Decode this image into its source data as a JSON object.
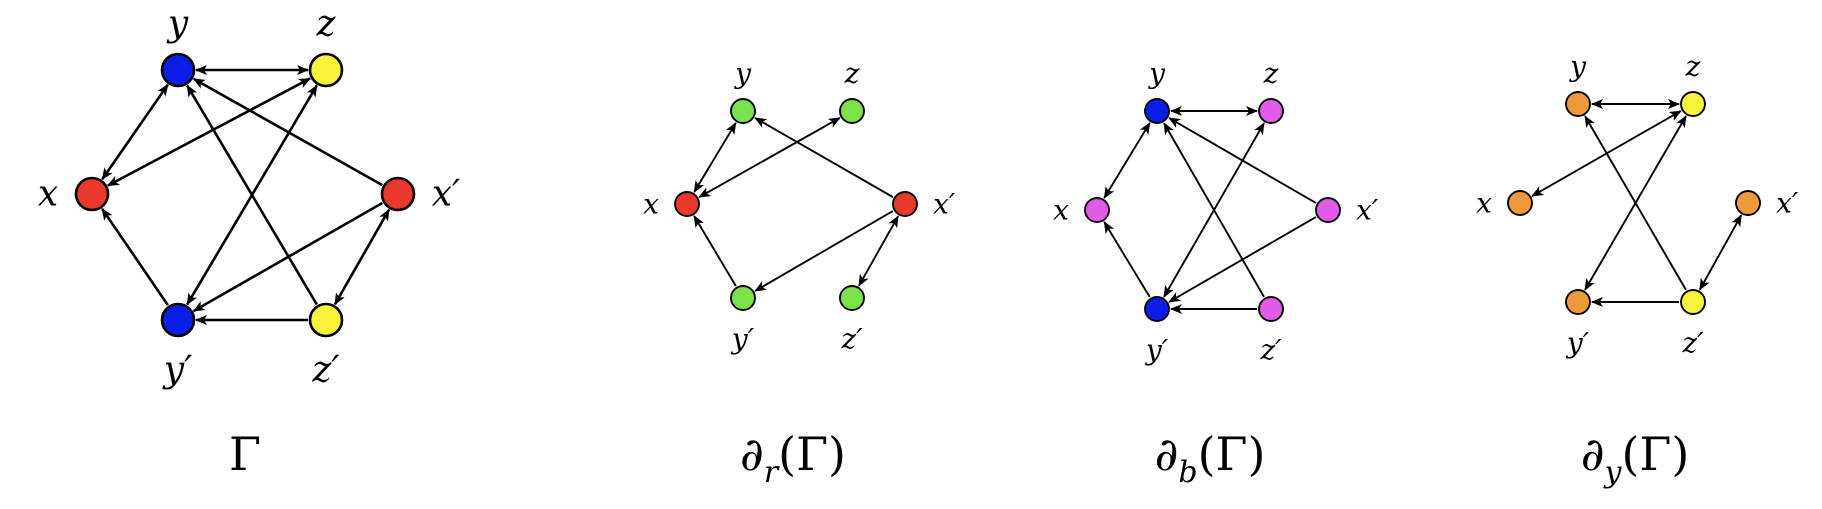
{
  "colors": {
    "red": "#e8392b",
    "blue": "#0a1ee6",
    "yellow": "#f8f23a",
    "green": "#7be24a",
    "magenta": "#e25ae8",
    "orange": "#ef9a3a"
  },
  "graphs": [
    {
      "caption": {
        "main": "Γ",
        "sub": "",
        "tail": ""
      },
      "vertices": [
        {
          "id": "x",
          "label": "x",
          "color": "red"
        },
        {
          "id": "y",
          "label": "y",
          "color": "blue"
        },
        {
          "id": "z",
          "label": "z",
          "color": "yellow"
        },
        {
          "id": "x'",
          "label": "x′",
          "color": "red"
        },
        {
          "id": "y'",
          "label": "y′",
          "color": "blue"
        },
        {
          "id": "z'",
          "label": "z′",
          "color": "yellow"
        }
      ],
      "edges": [
        {
          "from": "y",
          "to": "z",
          "dir": "both"
        },
        {
          "from": "x",
          "to": "y",
          "dir": "both"
        },
        {
          "from": "z",
          "to": "x",
          "dir": "both"
        },
        {
          "from": "x'",
          "to": "y",
          "dir": "forward"
        },
        {
          "from": "z'",
          "to": "y",
          "dir": "forward"
        },
        {
          "from": "z",
          "to": "y'",
          "dir": "both"
        },
        {
          "from": "y'",
          "to": "x",
          "dir": "forward"
        },
        {
          "from": "x'",
          "to": "y'",
          "dir": "forward"
        },
        {
          "from": "z'",
          "to": "y'",
          "dir": "forward"
        },
        {
          "from": "x'",
          "to": "z'",
          "dir": "both"
        }
      ]
    },
    {
      "caption": {
        "main": "∂",
        "sub": "r",
        "tail": "(Γ)"
      },
      "vertices": [
        {
          "id": "x",
          "label": "x",
          "color": "red"
        },
        {
          "id": "y",
          "label": "y",
          "color": "green"
        },
        {
          "id": "z",
          "label": "z",
          "color": "green"
        },
        {
          "id": "x'",
          "label": "x′",
          "color": "red"
        },
        {
          "id": "y'",
          "label": "y′",
          "color": "green"
        },
        {
          "id": "z'",
          "label": "z′",
          "color": "green"
        }
      ],
      "edges": [
        {
          "from": "x",
          "to": "y",
          "dir": "both"
        },
        {
          "from": "z",
          "to": "x",
          "dir": "both"
        },
        {
          "from": "x'",
          "to": "y",
          "dir": "forward"
        },
        {
          "from": "y'",
          "to": "x",
          "dir": "forward"
        },
        {
          "from": "x'",
          "to": "y'",
          "dir": "forward"
        },
        {
          "from": "x'",
          "to": "z'",
          "dir": "both"
        }
      ]
    },
    {
      "caption": {
        "main": "∂",
        "sub": "b",
        "tail": "(Γ)"
      },
      "vertices": [
        {
          "id": "x",
          "label": "x",
          "color": "magenta"
        },
        {
          "id": "y",
          "label": "y",
          "color": "blue"
        },
        {
          "id": "z",
          "label": "z",
          "color": "magenta"
        },
        {
          "id": "x'",
          "label": "x′",
          "color": "magenta"
        },
        {
          "id": "y'",
          "label": "y′",
          "color": "blue"
        },
        {
          "id": "z'",
          "label": "z′",
          "color": "magenta"
        }
      ],
      "edges": [
        {
          "from": "y",
          "to": "z",
          "dir": "both"
        },
        {
          "from": "x",
          "to": "y",
          "dir": "both"
        },
        {
          "from": "x'",
          "to": "y",
          "dir": "forward"
        },
        {
          "from": "z'",
          "to": "y",
          "dir": "forward"
        },
        {
          "from": "z",
          "to": "y'",
          "dir": "both"
        },
        {
          "from": "y'",
          "to": "x",
          "dir": "forward"
        },
        {
          "from": "x'",
          "to": "y'",
          "dir": "forward"
        },
        {
          "from": "z'",
          "to": "y'",
          "dir": "forward"
        }
      ]
    },
    {
      "caption": {
        "main": "∂",
        "sub": "y",
        "tail": "(Γ)"
      },
      "vertices": [
        {
          "id": "x",
          "label": "x",
          "color": "orange"
        },
        {
          "id": "y",
          "label": "y",
          "color": "orange"
        },
        {
          "id": "z",
          "label": "z",
          "color": "yellow"
        },
        {
          "id": "x'",
          "label": "x′",
          "color": "orange"
        },
        {
          "id": "y'",
          "label": "y′",
          "color": "orange"
        },
        {
          "id": "z'",
          "label": "z′",
          "color": "yellow"
        }
      ],
      "edges": [
        {
          "from": "y",
          "to": "z",
          "dir": "both"
        },
        {
          "from": "z",
          "to": "x",
          "dir": "both"
        },
        {
          "from": "z'",
          "to": "y",
          "dir": "forward"
        },
        {
          "from": "z",
          "to": "y'",
          "dir": "both"
        },
        {
          "from": "z'",
          "to": "y'",
          "dir": "forward"
        },
        {
          "from": "x'",
          "to": "z'",
          "dir": "both"
        }
      ]
    }
  ]
}
